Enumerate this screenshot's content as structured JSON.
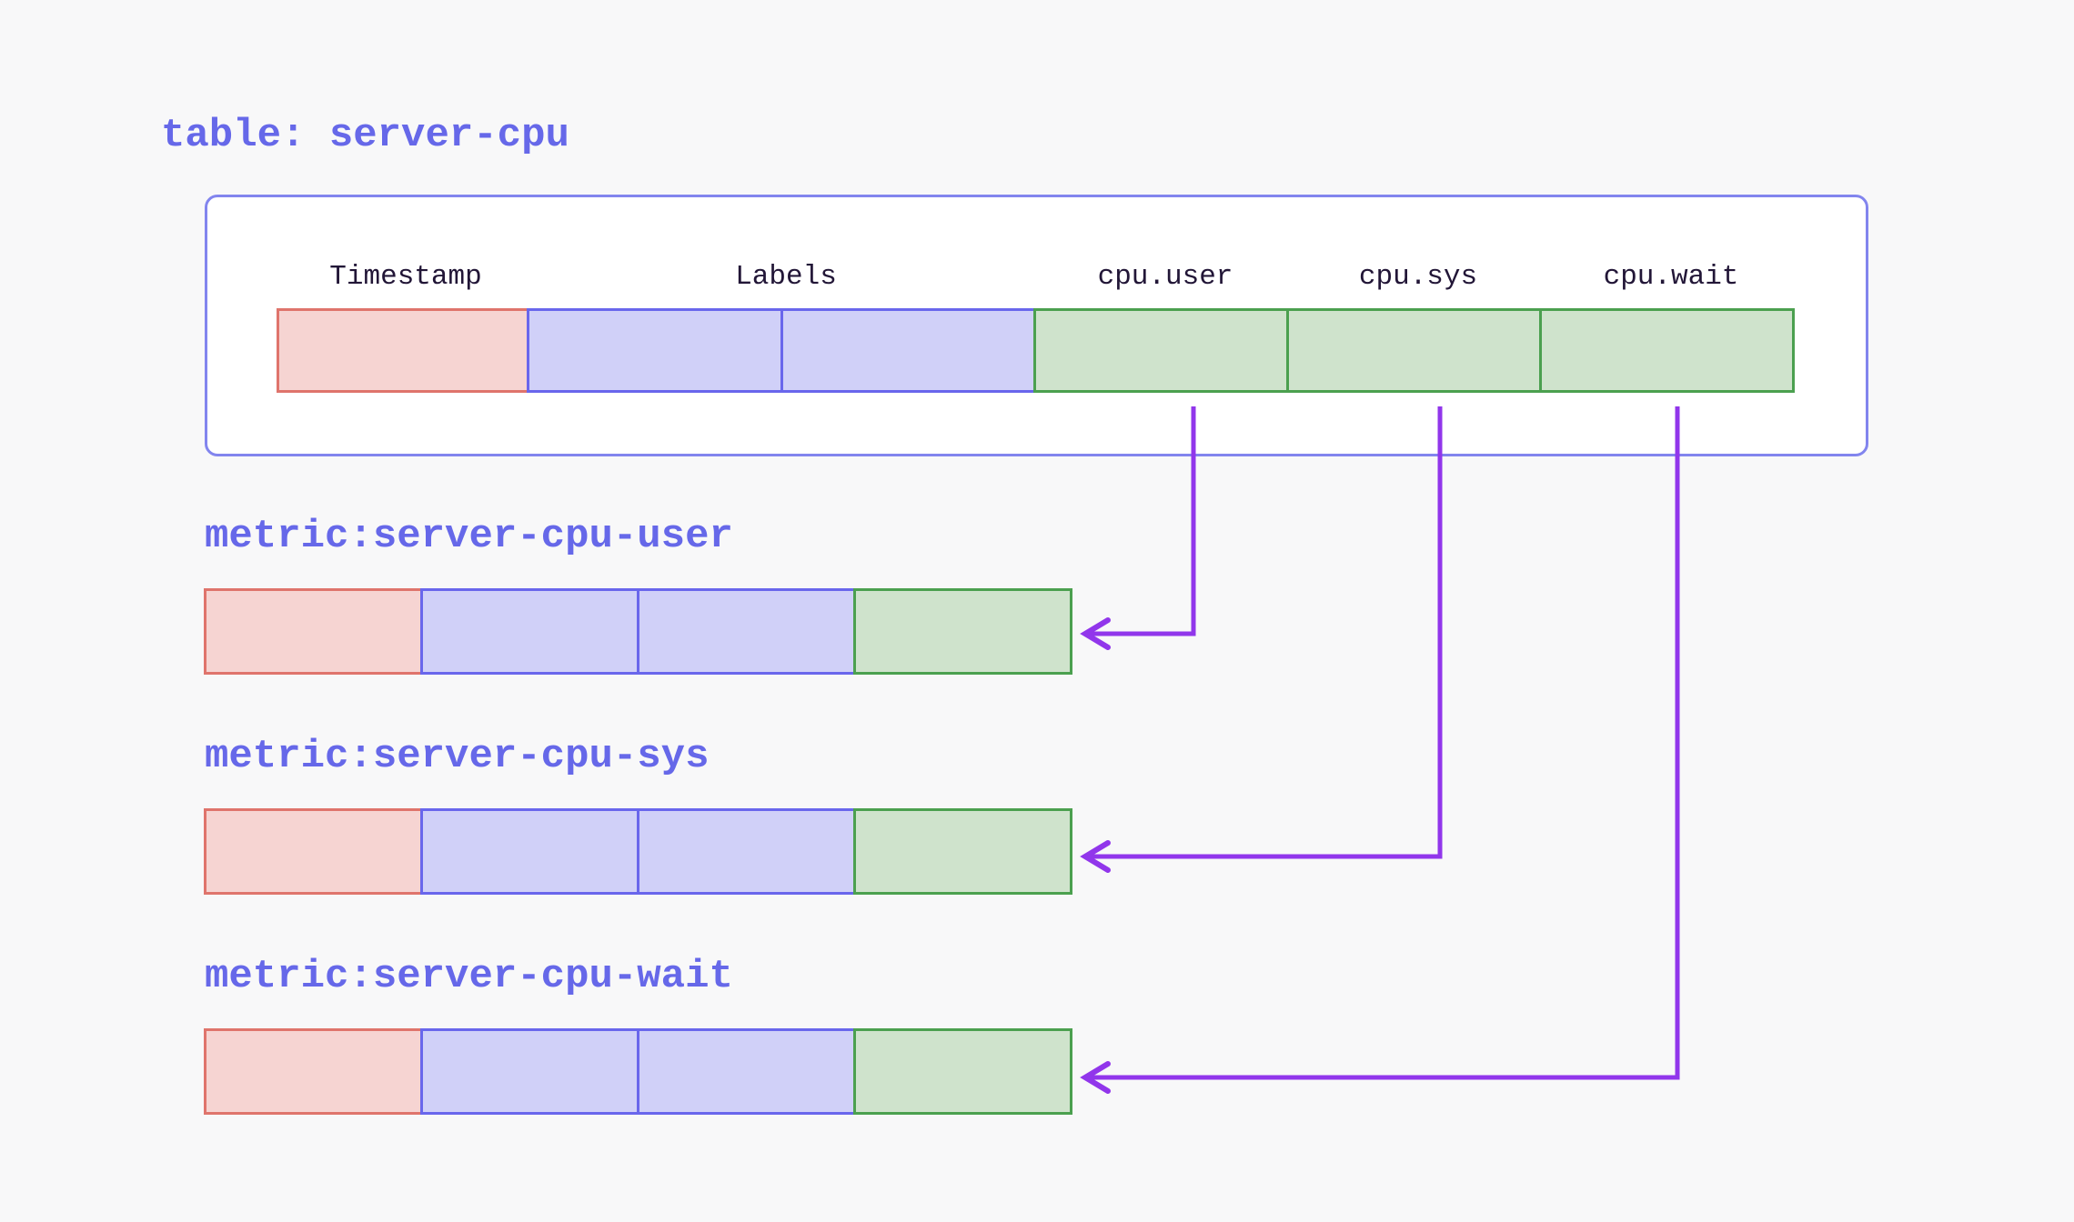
{
  "table": {
    "title": "table: server-cpu",
    "columns": [
      {
        "label": "Timestamp"
      },
      {
        "label": "Labels"
      },
      {
        "label": "cpu.user"
      },
      {
        "label": "cpu.sys"
      },
      {
        "label": "cpu.wait"
      }
    ]
  },
  "metrics": [
    {
      "label": "metric:server-cpu-user"
    },
    {
      "label": "metric:server-cpu-sys"
    },
    {
      "label": "metric:server-cpu-wait"
    }
  ],
  "colors": {
    "background": "#f8f8f9",
    "accent_purple_text": "#6668e9",
    "header_text": "#221637",
    "container_border": "#8285ee",
    "container_fill": "#ffffff",
    "arrow_purple": "#9136eb",
    "timestamp_cell_fill": "#f6d4d2",
    "timestamp_cell_border": "#df746c",
    "labels_cell_fill": "#d0d0f8",
    "labels_cell_border": "#6966ec",
    "value_cell_fill": "#cfe3cc",
    "value_cell_border": "#4ba04f"
  }
}
